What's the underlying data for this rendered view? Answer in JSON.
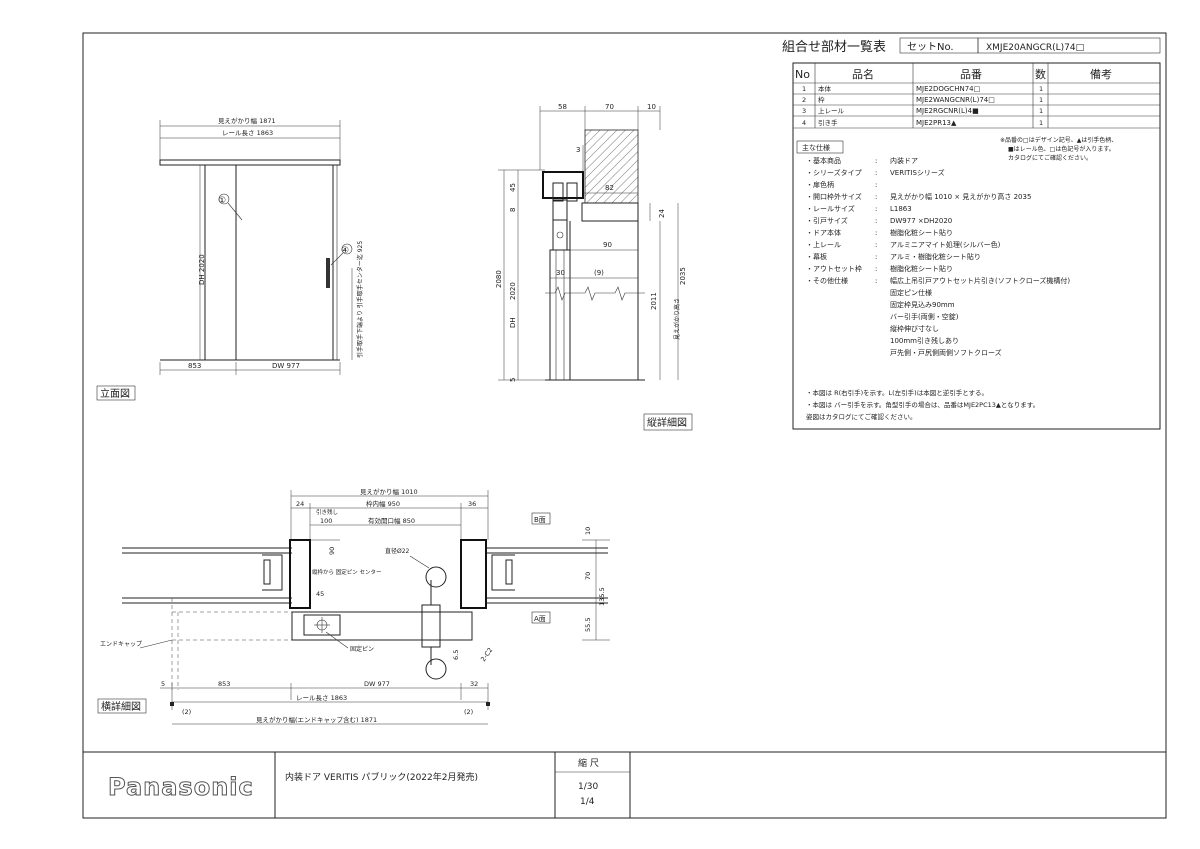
{
  "title_block": {
    "list_title": "組合せ部材一覧表",
    "set_label": "セットNo.",
    "set_value": "XMJE20ANGCR(L)74□",
    "logo": "Panasonic",
    "doc_title": "内装ドア VERITIS パブリック(2022年2月発売)",
    "scale_label": "縮 尺",
    "scale_1": "1/30",
    "scale_2": "1/4"
  },
  "parts_table": {
    "headers": [
      "No",
      "品名",
      "品番",
      "数",
      "備考"
    ],
    "rows": [
      {
        "no": "1",
        "name": "本体",
        "code": "MJE2DOGCHN74□",
        "qty": "1",
        "note": ""
      },
      {
        "no": "2",
        "name": "枠",
        "code": "MJE2WANGCNR(L)74□",
        "qty": "1",
        "note": ""
      },
      {
        "no": "3",
        "name": "上レール",
        "code": "MJE2RGCNR(L)4■",
        "qty": "1",
        "note": ""
      },
      {
        "no": "4",
        "name": "引き手",
        "code": "MJE2PR13▲",
        "qty": "1",
        "note": ""
      }
    ]
  },
  "spec": {
    "heading": "主な仕様",
    "note_lines": [
      "※品番の□はデザイン記号、▲は引手色柄、",
      "■はレール色、□は色記号が入ります。",
      "カタログにてご確認ください。"
    ],
    "items": [
      {
        "k": "・基本商品",
        "v": "内装ドア"
      },
      {
        "k": "・シリーズタイプ",
        "v": "VERITISシリーズ"
      },
      {
        "k": "・扉色柄",
        "v": ""
      },
      {
        "k": "・開口枠外サイズ",
        "v": "見えがかり幅 1010 × 見えがかり高さ 2035"
      },
      {
        "k": "・レールサイズ",
        "v": "L1863"
      },
      {
        "k": "・引戸サイズ",
        "v": "DW977 ×DH2020"
      },
      {
        "k": "・ドア本体",
        "v": "樹脂化粧シート貼り"
      },
      {
        "k": "・上レール",
        "v": "アルミニアマイト処理(シルバー色)"
      },
      {
        "k": "・幕板",
        "v": "アルミ・樹脂化粧シート貼り"
      },
      {
        "k": "・アウトセット枠",
        "v": "樹脂化粧シート貼り"
      },
      {
        "k": "・その他仕様",
        "v": "幅広上吊引戸アウトセット片引き(ソフトクローズ機構付)"
      }
    ],
    "extra": [
      "固定ピン仕様",
      "固定枠見込み90mm",
      "バー引手(両側・空錠)",
      "縦枠伸び寸なし",
      "100mm引き残しあり",
      "戸先側・戸尻側両側ソフトクローズ"
    ],
    "footer": [
      "・本図は R(右引手)を示す。L(左引手)は本図と逆引手とする。",
      "・本図は バー引手を示す。角型引手の場合は、品番はMJE2PC13▲となります。",
      "  姿図はカタログにてご確認ください。"
    ]
  },
  "elevation": {
    "label": "立面図",
    "dim_visible_width": "見えがかり幅 1871",
    "dim_rail_length": "レール長さ 1863",
    "dim_dh": "DH 2020",
    "dim_left": "853",
    "dim_dw": "DW 977",
    "dim_handle": "引手取手下端より 引手取手センター迄 925",
    "balloon_1": "①",
    "balloon_4": "④"
  },
  "vertical": {
    "label": "縦詳細図",
    "d58": "58",
    "d70": "70",
    "d10": "10",
    "d3": "3",
    "d45": "45",
    "d8": "8",
    "d82": "82",
    "d24": "24",
    "d90": "90",
    "d30": "30",
    "d9": "(9)",
    "d2080": "2080",
    "d2020": "2020",
    "ddh": "DH",
    "d2011": "2011",
    "d2035": "2035",
    "dvis": "見えがかり高さ",
    "d5": "5"
  },
  "horizontal": {
    "label": "横詳細図",
    "d1010": "見えがかり幅 1010",
    "d24": "24",
    "d950": "枠内幅 950",
    "d36": "36",
    "dpull": "引き残し",
    "d100": "100",
    "d850": "有効開口幅 850",
    "d90": "90",
    "dpin": "縦枠から 固定ピン センター",
    "d45": "45",
    "ddia": "直径Ø22",
    "b_side": "B面",
    "a_side": "A面",
    "d10": "10",
    "d70": "70",
    "d1355": "135.5",
    "d555": "55.5",
    "endcap": "エンドキャップ",
    "fixpin": "固定ピン",
    "d65": "6.5",
    "c2": "2-C2",
    "d5": "5",
    "d853": "853",
    "ddw": "DW 977",
    "d32": "32",
    "drail": "レール長さ 1863",
    "p2a": "(2)",
    "p2b": "(2)",
    "dtotal": "見えがかり幅(エンドキャップ含む) 1871"
  }
}
